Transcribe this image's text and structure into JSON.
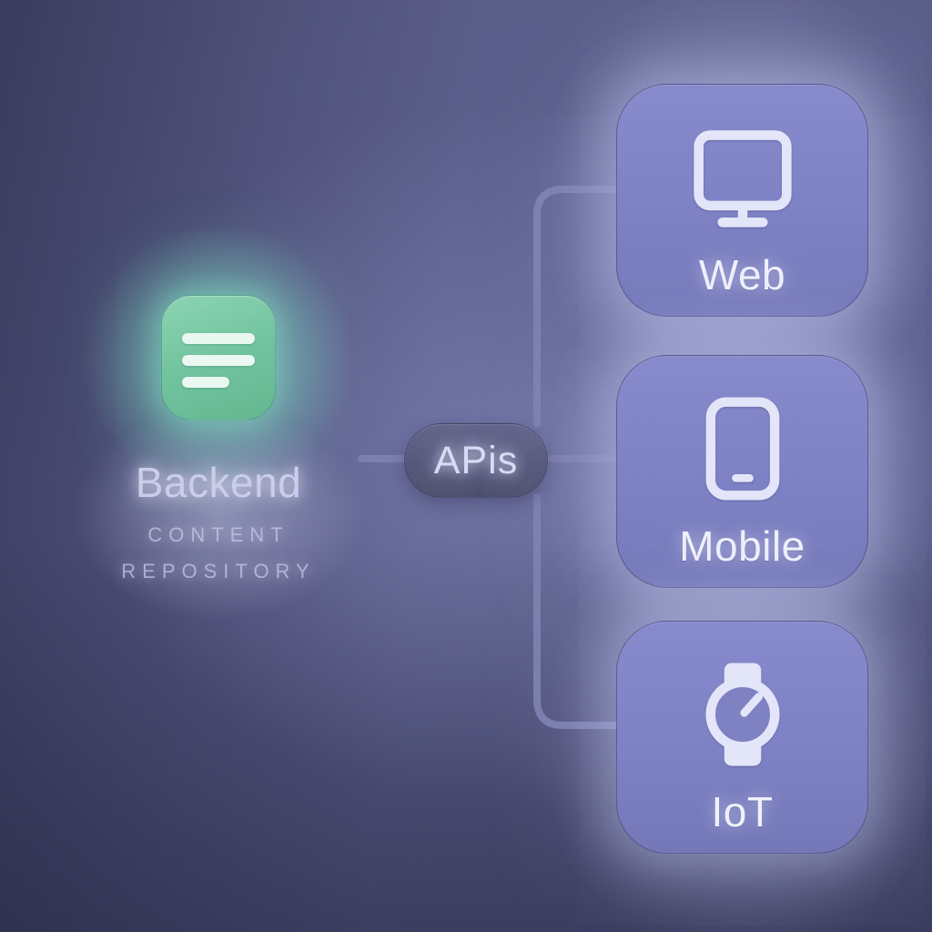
{
  "diagram": {
    "source": {
      "label": "Backend",
      "sublabel_line1": "CONTENT",
      "sublabel_line2": "REPOSITORY",
      "icon": "list-document-icon",
      "icon_color": "#6fc29d",
      "glow_color": "#89e5c7"
    },
    "hub": {
      "label": "APis",
      "fill": "#56587b"
    },
    "targets": [
      {
        "label": "Web",
        "icon": "monitor-icon"
      },
      {
        "label": "Mobile",
        "icon": "smartphone-icon"
      },
      {
        "label": "IoT",
        "icon": "smartwatch-icon"
      }
    ],
    "colors": {
      "background_dark": "#33355a",
      "background_light": "#8d91bd",
      "card_fill": "#7e82c5",
      "card_glow": "#c6cbf4",
      "icon_stroke": "#e3e5f8",
      "connector": "#7e82b0",
      "text_light": "#f0f1fd"
    }
  }
}
